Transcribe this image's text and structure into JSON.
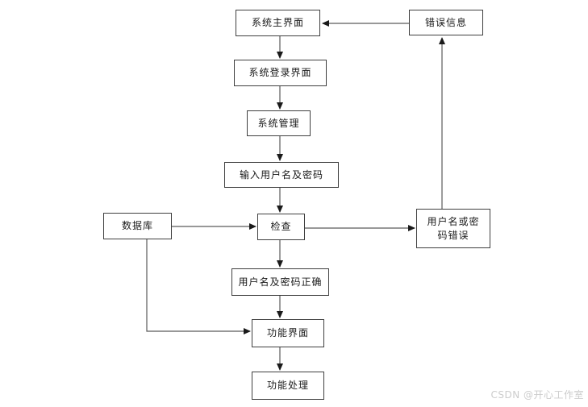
{
  "diagram": {
    "title": "login-flow-diagram",
    "nodes": [
      {
        "id": "main-interface",
        "label": "系统主界面"
      },
      {
        "id": "error-info",
        "label": "错误信息"
      },
      {
        "id": "login-interface",
        "label": "系统登录界面"
      },
      {
        "id": "system-management",
        "label": "系统管理"
      },
      {
        "id": "input-credentials",
        "label": "输入用户名及密码"
      },
      {
        "id": "database",
        "label": "数据库"
      },
      {
        "id": "check",
        "label": "检查"
      },
      {
        "id": "credentials-wrong",
        "label": "用户名或密\n码错误"
      },
      {
        "id": "credentials-correct",
        "label": "用户名及密码正确"
      },
      {
        "id": "function-interface",
        "label": "功能界面"
      },
      {
        "id": "function-processing",
        "label": "功能处理"
      }
    ],
    "edges": [
      {
        "from": "error-info",
        "to": "main-interface"
      },
      {
        "from": "main-interface",
        "to": "login-interface"
      },
      {
        "from": "login-interface",
        "to": "system-management"
      },
      {
        "from": "system-management",
        "to": "input-credentials"
      },
      {
        "from": "input-credentials",
        "to": "check"
      },
      {
        "from": "database",
        "to": "check"
      },
      {
        "from": "check",
        "to": "credentials-wrong"
      },
      {
        "from": "credentials-wrong",
        "to": "error-info"
      },
      {
        "from": "check",
        "to": "credentials-correct"
      },
      {
        "from": "credentials-correct",
        "to": "function-interface"
      },
      {
        "from": "database",
        "to": "function-interface"
      },
      {
        "from": "function-interface",
        "to": "function-processing"
      }
    ],
    "colors": {
      "background": "#ffffff",
      "node_border": "#3f3f3f",
      "node_fill": "#ffffff",
      "line": "#5a5a5a",
      "arrowhead": "#1a1a1a",
      "watermark": "#cccccc"
    }
  },
  "watermark": {
    "text": "CSDN @开心工作室"
  }
}
